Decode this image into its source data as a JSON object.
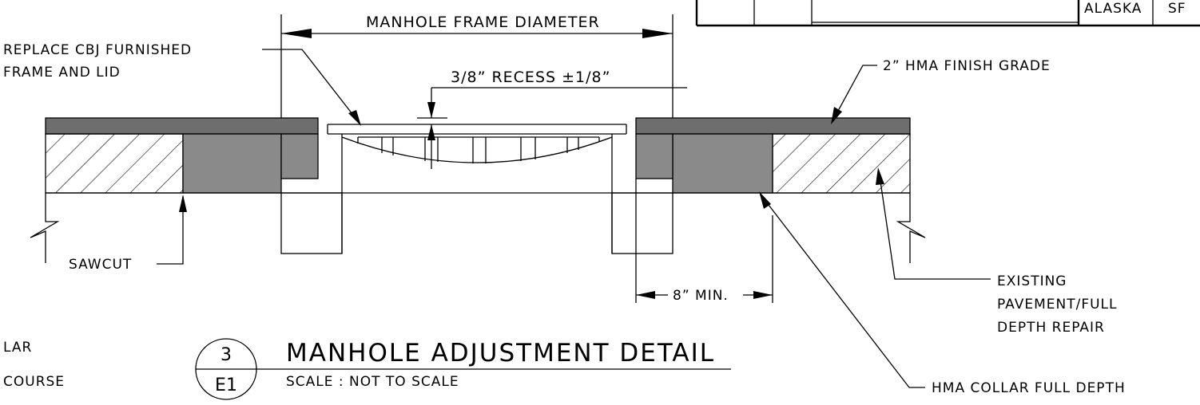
{
  "title_block": {
    "state": "ALASKA",
    "sheet_partial": "SF"
  },
  "labels": {
    "frame_diameter": "MANHOLE FRAME DIAMETER",
    "replace_line1": "REPLACE CBJ FURNISHED",
    "replace_line2": "FRAME AND LID",
    "recess": "3/8”  RECESS ±1/8”",
    "hma_finish": "2” HMA FINISH GRADE",
    "sawcut": "SAWCUT",
    "min_8": "8” MIN.",
    "existing_line1": "EXISTING",
    "existing_line2": "PAVEMENT/FULL",
    "existing_line3": "DEPTH REPAIR",
    "hma_collar": "HMA COLLAR FULL DEPTH"
  },
  "legend_partial": {
    "line1": "LAR",
    "line2": "COURSE"
  },
  "detail": {
    "number": "3",
    "sheet": "E1",
    "title": "MANHOLE ADJUSTMENT DETAIL",
    "scale": "SCALE : NOT TO SCALE"
  },
  "colors": {
    "hma_layer": "#6e6e6e",
    "collar_fill": "#8a8a8a",
    "line": "#000000"
  }
}
